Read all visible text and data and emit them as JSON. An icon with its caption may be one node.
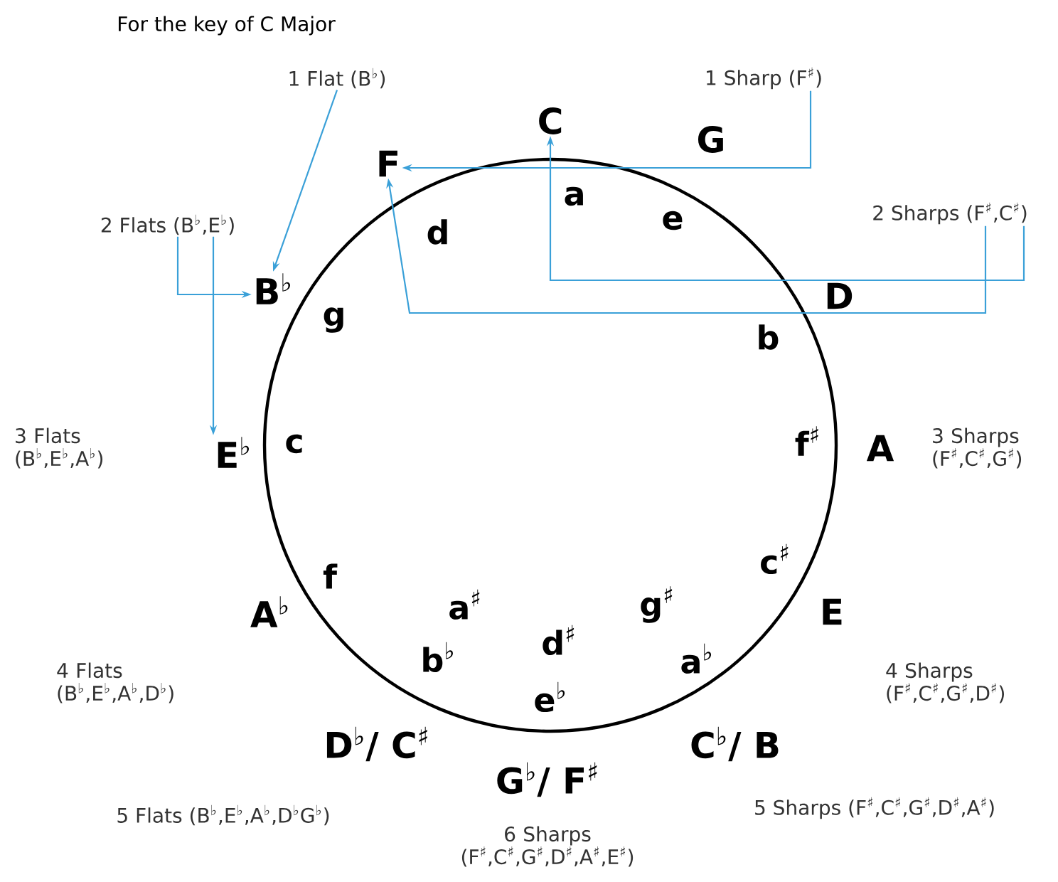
{
  "diagram": {
    "title": "For the key of C Major",
    "nodes": [
      {
        "text": [
          "1 Flat (B$^{♭}$)"
        ]
      },
      {
        "text": [
          "1 Sharp (F$^{♯}$)"
        ]
      },
      {
        "text": [
          "C"
        ]
      },
      {
        "text": [
          "F"
        ]
      },
      {
        "text": [
          "2 Flats (B$^{♭}$,E$^{♭}$)"
        ]
      },
      {
        "text": [
          "2 Sharps (F$^{♯}$,C$^{♯}$)"
        ]
      },
      {
        "text": [
          "B$^{♭}$"
        ]
      },
      {
        "text": [
          "E$^{♭}$"
        ]
      }
    ],
    "edges": [
      {
        "from": 0,
        "to": 6,
        "arrow": "to"
      },
      {
        "from": 1,
        "to": 3,
        "arrow": "to"
      },
      {
        "from": 4,
        "to": 6,
        "arrow": "to"
      },
      {
        "from": 4,
        "to": 7,
        "arrow": "to"
      },
      {
        "from": 5,
        "to": 2,
        "arrow": "to"
      },
      {
        "from": 5,
        "to": 3,
        "arrow": "to"
      }
    ],
    "labels": [
      "G",
      "a",
      "d",
      "e",
      "D",
      "g",
      "b",
      "3 Flats (B$^{♭}$,E$^{♭}$,A$^{♭}$)",
      "c",
      "f$^{♯}$",
      "A",
      "3 Sharps (F$^{♯}$,C$^{♯}$,G$^{♯}$)",
      "f",
      "c$^{♯}$",
      "A$^{♭}$",
      "a$^{♯}$",
      "g$^{♯}$",
      "E",
      "b$^{♭}$",
      "d$^{♯}$",
      "a$^{♭}$",
      "4 Flats (B$^{♭}$,E$^{♭}$,A$^{♭}$,D$^{♭}$)",
      "e$^{♭}$",
      "4 Sharps (F$^{♯}$,C$^{♯}$,G$^{♯}$,D$^{♯}$)",
      "D$^{♭}$/ C$^{♯}$",
      "C$^{♭}$/ B",
      "G$^{♭}$/ F$^{♯}$",
      "5 Flats (B$^{♭}$,E$^{♭}$,A$^{♭}$,D$^{♭}$G$^{♭}$)",
      "5 Sharps (F$^{♯}$,C$^{♯}$,G$^{♯}$,D$^{♯}$,A$^{♯}$)",
      "6 Sharps (F$^{♯}$,C$^{♯}$,G$^{♯}$,D$^{♯}$,A$^{♯}$,E$^{♯}$)"
    ]
  }
}
